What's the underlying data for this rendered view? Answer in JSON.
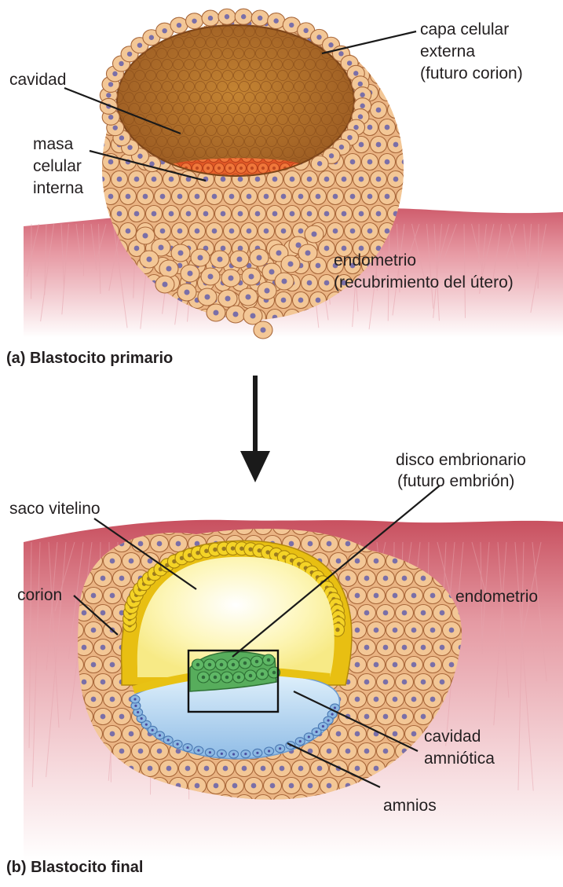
{
  "figure_a": {
    "caption": "(a) Blastocito primario",
    "labels": {
      "capa_celular_1": "capa celular",
      "capa_celular_2": "externa",
      "capa_celular_3": "(futuro corion)",
      "cavidad": "cavidad",
      "masa_1": "masa",
      "masa_2": "celular",
      "masa_3": "interna",
      "endometrio_1": "endometrio",
      "endometrio_2": "(recubrimiento del útero)"
    }
  },
  "figure_b": {
    "caption": "(b) Blastocito final",
    "labels": {
      "disco_1": "disco embrionario",
      "disco_2": "(futuro embrión)",
      "saco": "saco vitelino",
      "corion": "corion",
      "endometrio": "endometrio",
      "cavidad_amn_1": "cavidad",
      "cavidad_amn_2": "amniótica",
      "amnios": "amnios"
    }
  },
  "colors": {
    "cell_fill": "#f3c796",
    "cell_stroke": "#a8673a",
    "nucleus": "#7a6fa8",
    "cavity_brown": "#b8742c",
    "inner_mass": "#e8622a",
    "endometrium": "#d9727e",
    "yolk": "#fdf4a8",
    "yolk_layer": "#f2d21e",
    "embryonic_disc": "#4ea858",
    "amniotic": "#a9cdee"
  }
}
